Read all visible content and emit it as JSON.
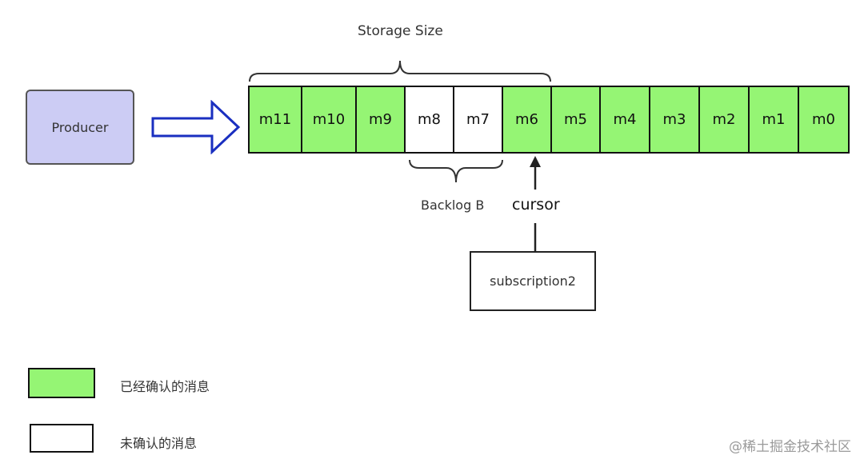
{
  "producer": {
    "label": "Producer"
  },
  "storage_label": "Storage Size",
  "backlog_label": "Backlog B",
  "cursor_label": "cursor",
  "subscription": {
    "label": "subscription2"
  },
  "messages": [
    {
      "label": "m11",
      "state": "acked"
    },
    {
      "label": "m10",
      "state": "acked"
    },
    {
      "label": "m9",
      "state": "acked"
    },
    {
      "label": "m8",
      "state": "unacked"
    },
    {
      "label": "m7",
      "state": "unacked"
    },
    {
      "label": "m6",
      "state": "acked"
    },
    {
      "label": "m5",
      "state": "acked"
    },
    {
      "label": "m4",
      "state": "acked"
    },
    {
      "label": "m3",
      "state": "acked"
    },
    {
      "label": "m2",
      "state": "acked"
    },
    {
      "label": "m1",
      "state": "acked"
    },
    {
      "label": "m0",
      "state": "acked"
    }
  ],
  "legend": {
    "acked": "已经确认的消息",
    "unacked": "未确认的消息"
  },
  "colors": {
    "acked": "#95f574",
    "unacked": "#ffffff",
    "producer": "#ccccf4",
    "arrow": "#1a2fc0"
  },
  "watermark": "@稀土掘金技术社区"
}
